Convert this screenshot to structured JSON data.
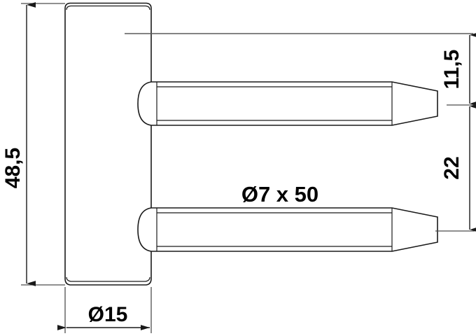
{
  "drawing": {
    "title": "Hinge pin technical drawing",
    "background_color": "#ffffff",
    "line_color": "#1a1a1a",
    "thin_line_color": "#4d4d4d",
    "dimensions": {
      "overall_height": "48,5",
      "plate_width": "Ø15",
      "top_offset": "11,5",
      "pin_spacing": "22"
    },
    "labels": {
      "pin_spec": "Ø7 x 50"
    },
    "units_note": ""
  }
}
